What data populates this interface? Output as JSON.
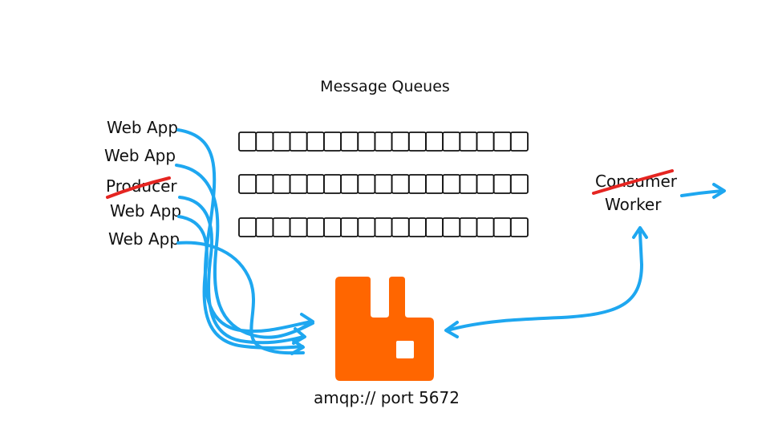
{
  "title": "Message Queues",
  "producers": [
    {
      "label": "Web App"
    },
    {
      "label": "Web App"
    },
    {
      "label": "Producer",
      "struck": true
    },
    {
      "label": "Web App"
    },
    {
      "label": "Web App"
    }
  ],
  "queues": {
    "count": 3,
    "cells_per_queue": 17
  },
  "broker": {
    "caption": "amqp:// port 5672",
    "logo": "rabbitmq-logo",
    "color": "#ff6600"
  },
  "consumer": {
    "struck_label": "Consumer",
    "label": "Worker"
  },
  "colors": {
    "arrow": "#1ea7f0",
    "strike": "#e52521",
    "ink": "#111111"
  }
}
